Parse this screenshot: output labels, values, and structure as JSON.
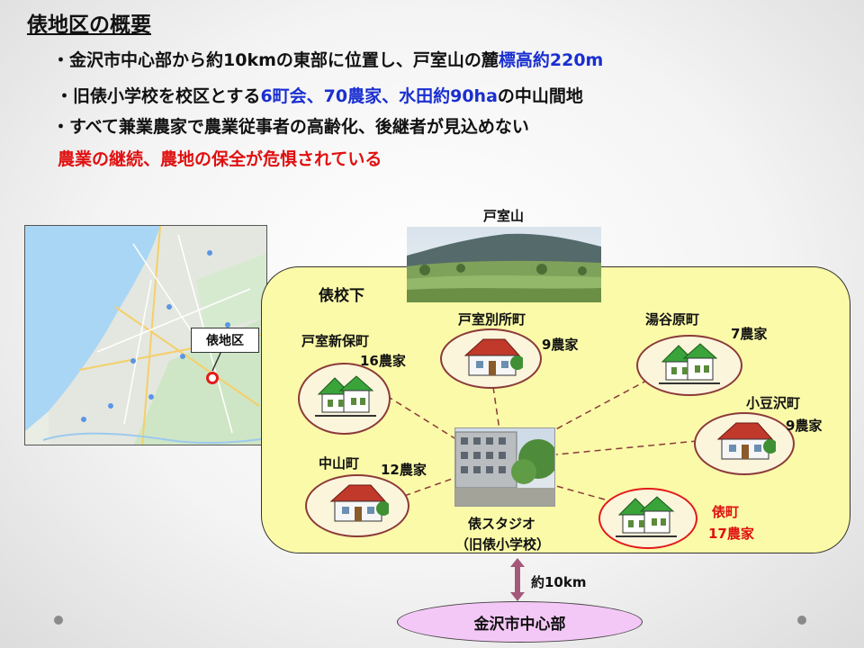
{
  "title": "俵地区の概要",
  "bullets": [
    {
      "prefix": "・金沢市中心部から約10kmの東部に位置し、戸室山の麓",
      "highlight": "標高約220m",
      "suffix": ""
    },
    {
      "prefix": "・旧俵小学校を校区とする",
      "highlight": "6町会、70農家、水田約90ha",
      "suffix": "の中山間地"
    },
    {
      "prefix": "・すべて兼業農家で農業従事者の高齢化、後継者が見込めない",
      "highlight": "",
      "suffix": ""
    }
  ],
  "warning": "農業の継続、農地の保全が危惧されている",
  "map": {
    "location_label": "俵地区"
  },
  "mountain_label": "戸室山",
  "region_label": "俵校下",
  "school": {
    "name": "俵スタジオ",
    "sub": "（旧俵小学校）"
  },
  "towns": [
    {
      "id": "tomuro-shinbo",
      "name": "戸室新保町",
      "farms": "16農家"
    },
    {
      "id": "tomuro-bessho",
      "name": "戸室別所町",
      "farms": "9農家"
    },
    {
      "id": "yuyagahara",
      "name": "湯谷原町",
      "farms": "7農家"
    },
    {
      "id": "koazusawa",
      "name": "小豆沢町",
      "farms": "9農家"
    },
    {
      "id": "nakayama",
      "name": "中山町",
      "farms": "12農家"
    },
    {
      "id": "tawara",
      "name": "俵町",
      "farms": "17農家"
    }
  ],
  "distance": "約10km",
  "city": "金沢市中心部",
  "colors": {
    "highlight_blue": "#1a2fd0",
    "warning_red": "#e01010",
    "region_fill": "#fafaa8",
    "city_fill": "#f4c8f6"
  }
}
